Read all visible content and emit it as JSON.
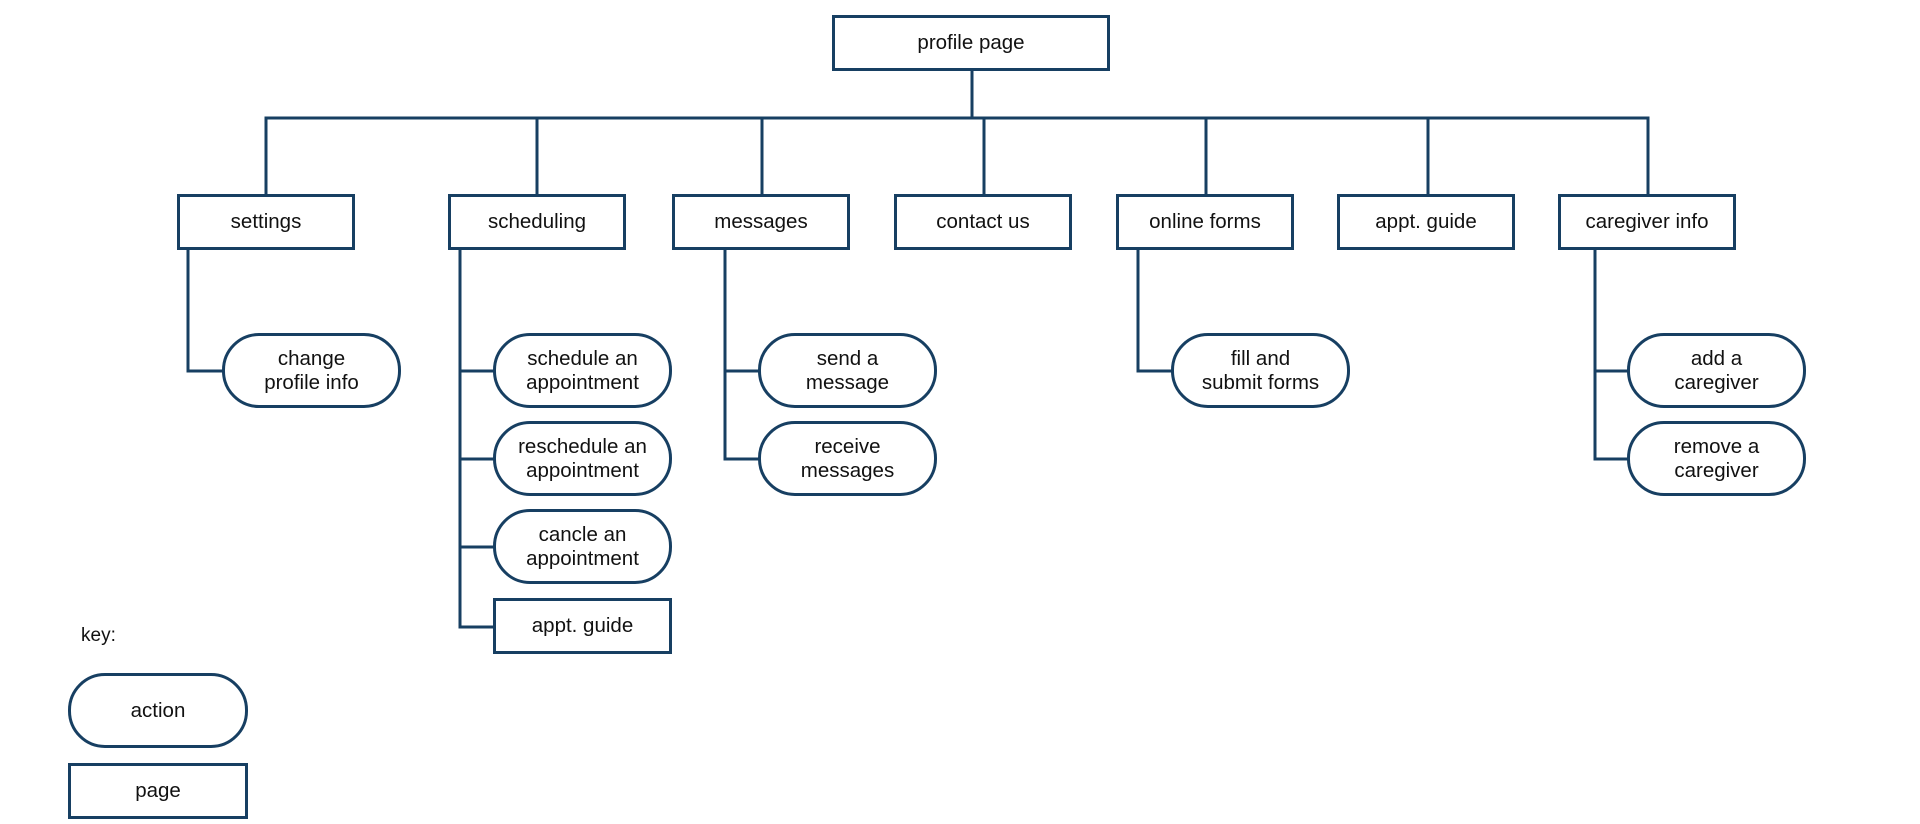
{
  "colors": {
    "stroke": "#173f62",
    "fill": "#ffffff",
    "text": "#111111"
  },
  "root": {
    "label": "profile page"
  },
  "sections": [
    {
      "id": "settings",
      "label": "settings",
      "children": [
        {
          "label": "change\nprofile info",
          "kind": "action"
        }
      ]
    },
    {
      "id": "scheduling",
      "label": "scheduling",
      "children": [
        {
          "label": "schedule an\nappointment",
          "kind": "action"
        },
        {
          "label": "reschedule an\nappointment",
          "kind": "action"
        },
        {
          "label": "cancle an\nappointment",
          "kind": "action"
        },
        {
          "label": "appt. guide",
          "kind": "page"
        }
      ]
    },
    {
      "id": "messages",
      "label": "messages",
      "children": [
        {
          "label": "send a\nmessage",
          "kind": "action"
        },
        {
          "label": "receive\nmessages",
          "kind": "action"
        }
      ]
    },
    {
      "id": "contact-us",
      "label": "contact us",
      "children": []
    },
    {
      "id": "online-forms",
      "label": "online forms",
      "children": [
        {
          "label": "fill and\nsubmit forms",
          "kind": "action"
        }
      ]
    },
    {
      "id": "appt-guide",
      "label": "appt. guide",
      "children": []
    },
    {
      "id": "caregiver-info",
      "label": "caregiver info",
      "children": [
        {
          "label": "add a\ncaregiver",
          "kind": "action"
        },
        {
          "label": "remove a\ncaregiver",
          "kind": "action"
        }
      ]
    }
  ],
  "key": {
    "title": "key:",
    "items": [
      {
        "label": "action",
        "kind": "action"
      },
      {
        "label": "page",
        "kind": "page"
      }
    ]
  }
}
